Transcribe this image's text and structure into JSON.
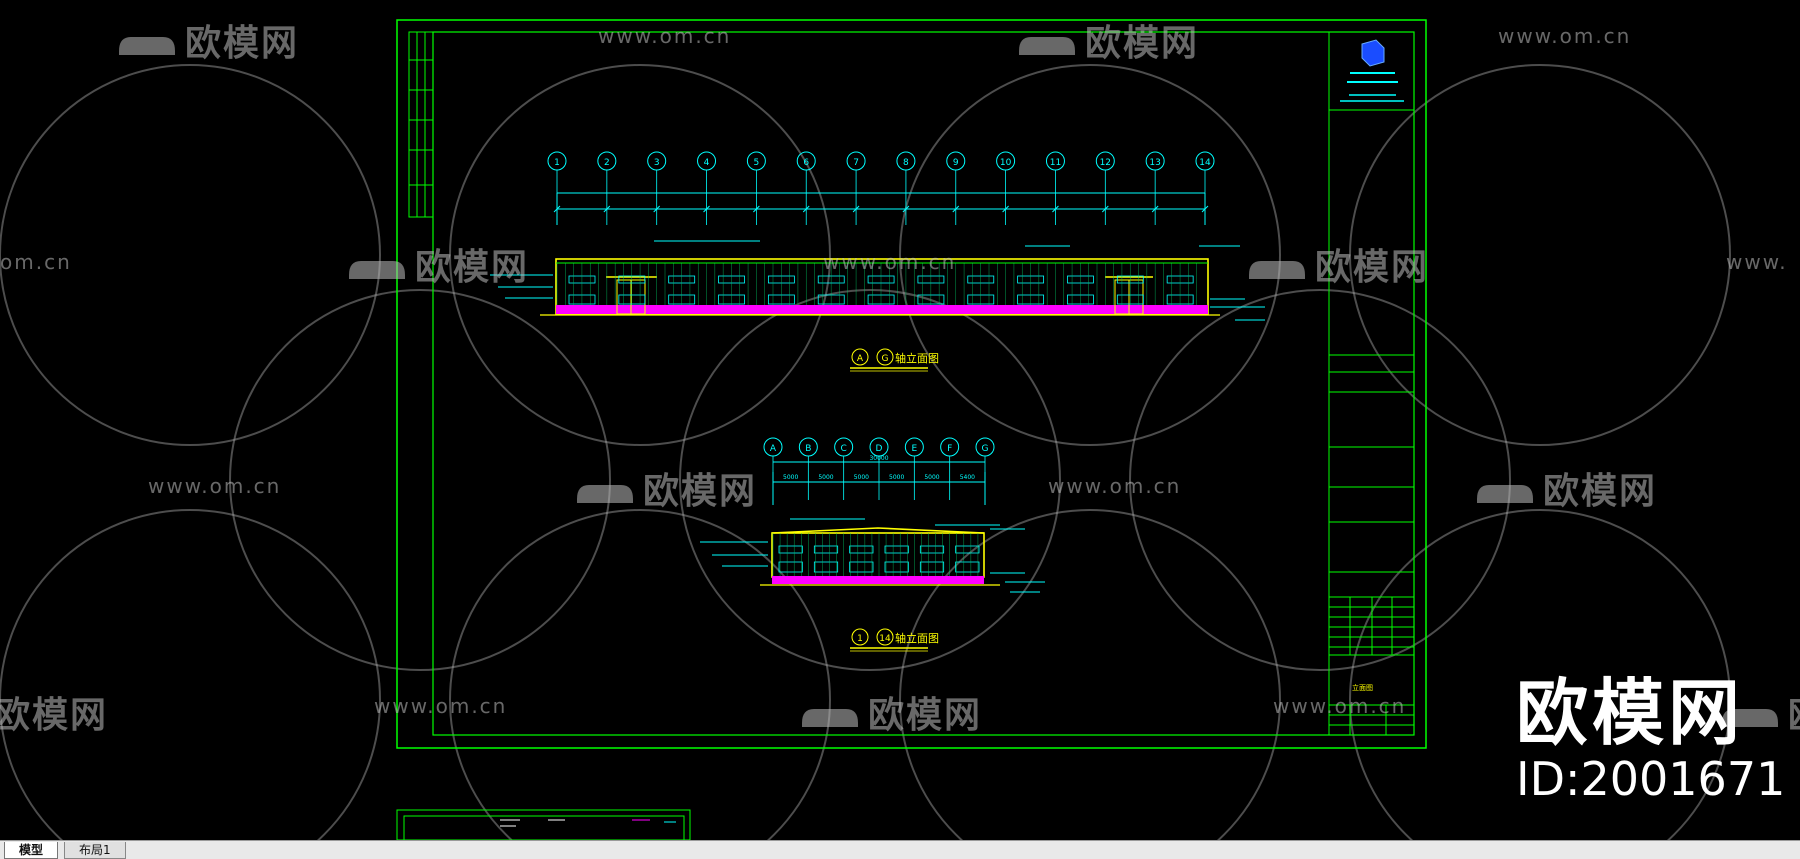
{
  "watermark": {
    "brand": "欧模网",
    "url": "www.om.cn",
    "url_partial_left": "om.cn",
    "url_partial_right": "www.",
    "brand_partial": "欧模网"
  },
  "big_brand": {
    "name": "欧模网",
    "id": "ID:2001671"
  },
  "tabs": [
    "模型",
    "布局1"
  ],
  "colors": {
    "frame": "#00ff00",
    "axis": "#00ffff",
    "accent": "#ff00ff",
    "highlight": "#ffff00",
    "background": "#000000"
  },
  "drawing": {
    "elev1": {
      "axes": [
        "1",
        "2",
        "3",
        "4",
        "5",
        "6",
        "7",
        "8",
        "9",
        "10",
        "11",
        "12",
        "13",
        "14"
      ],
      "title_axes": [
        "A",
        "G"
      ],
      "title": "轴立面图"
    },
    "elev2": {
      "axes": [
        "A",
        "B",
        "C",
        "D",
        "E",
        "F",
        "G"
      ],
      "dims": [
        "5000",
        "5000",
        "5000",
        "5000",
        "5000",
        "5400"
      ],
      "total": "30000",
      "title_axes": [
        "1",
        "14"
      ],
      "title": "轴立面图"
    },
    "title_block": {
      "sheet_name": "立面图"
    }
  }
}
